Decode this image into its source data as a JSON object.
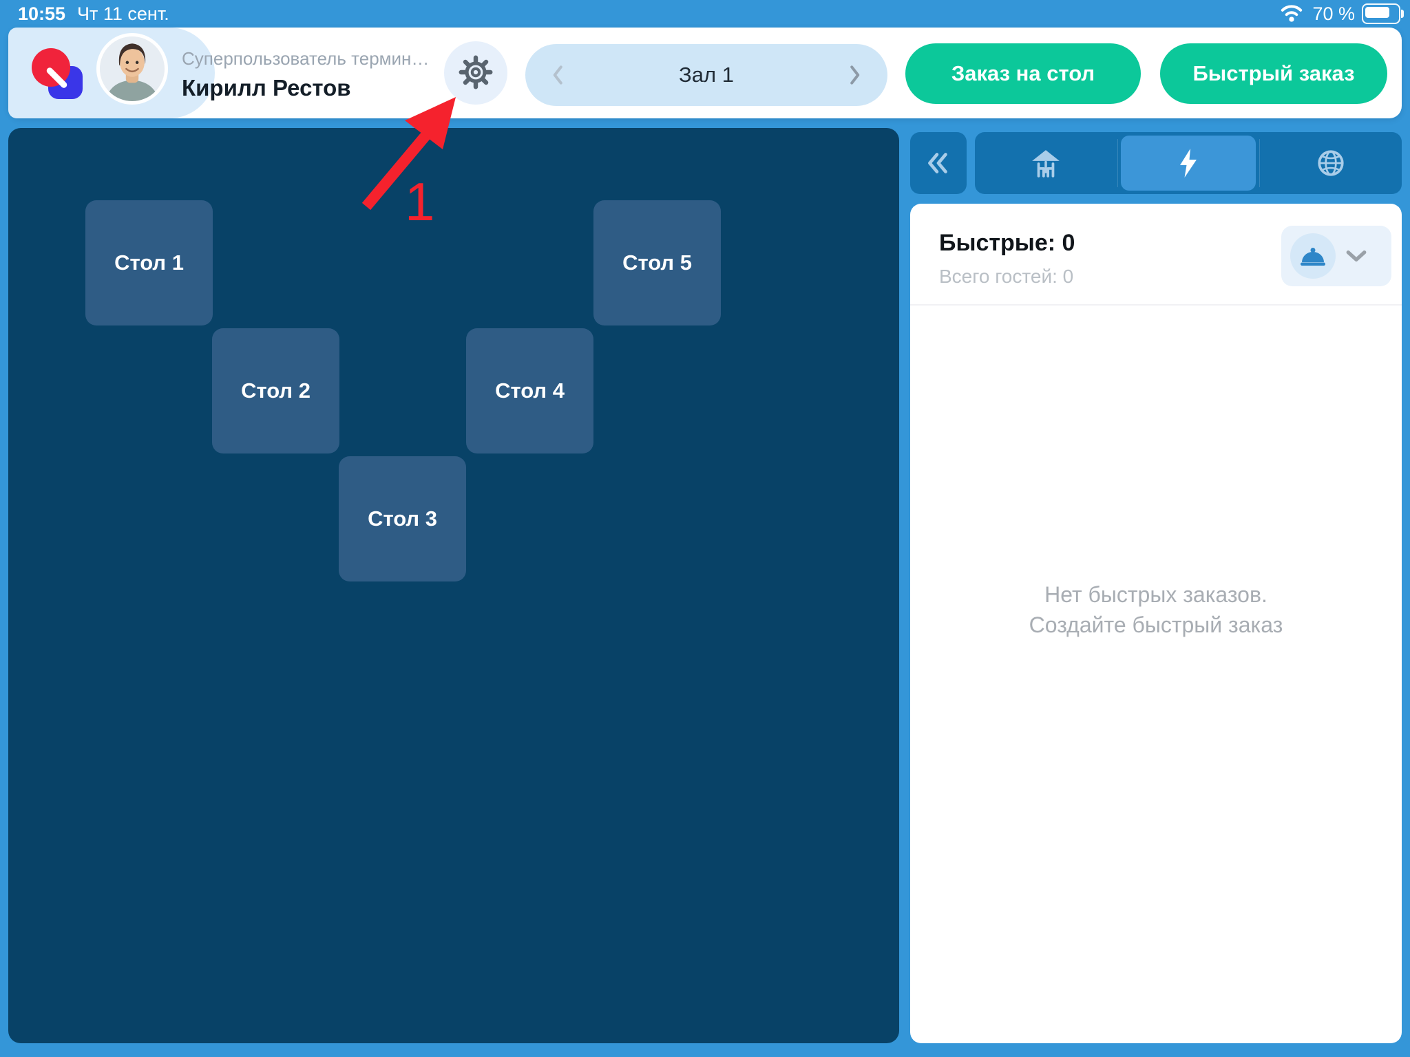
{
  "status_bar": {
    "time": "10:55",
    "date": "Чт 11 сент.",
    "wifi_icon": "wifi-icon",
    "battery_level": "70 %"
  },
  "header": {
    "logo_icon": "app-logo",
    "user": {
      "role": "Суперпользователь термин…",
      "name": "Кирилл Рестов",
      "avatar_icon": "user-photo"
    },
    "settings_icon": "gear-icon",
    "hall_selector": {
      "prev_icon": "chevron-left-icon",
      "label": "Зал 1",
      "next_icon": "chevron-right-icon"
    },
    "buttons": {
      "order_on_table": "Заказ на стол",
      "quick_order": "Быстрый заказ"
    }
  },
  "floor_plan": {
    "tables": [
      {
        "label": "Стол 1"
      },
      {
        "label": "Стол 2"
      },
      {
        "label": "Стол 3"
      },
      {
        "label": "Стол 4"
      },
      {
        "label": "Стол 5"
      }
    ]
  },
  "right_panel": {
    "collapse_icon": "double-chevron-left-icon",
    "tabs": [
      {
        "icon": "terrace-table-icon",
        "selected": false
      },
      {
        "icon": "lightning-icon",
        "selected": true
      },
      {
        "icon": "globe-icon",
        "selected": false
      }
    ],
    "quick_orders": {
      "title": "Быстрые: 0",
      "subtitle": "Всего гостей: 0",
      "order_type_icon": "cloche-icon",
      "expand_icon": "chevron-down-icon",
      "empty_line1": "Нет быстрых заказов.",
      "empty_line2": "Создайте быстрый заказ"
    }
  },
  "annotation": {
    "step_label": "1",
    "arrow_color": "#f5222d"
  },
  "colors": {
    "app_blue": "#3496d8",
    "accent_green": "#0cc89a",
    "floor_navy": "#084267",
    "table_blue": "#2f5c85",
    "toolbar_blue": "#1371ae",
    "toolbar_selected": "#3c96d8",
    "hall_pill_blue": "#cfe6f7",
    "annotation_red": "#f5222d"
  }
}
